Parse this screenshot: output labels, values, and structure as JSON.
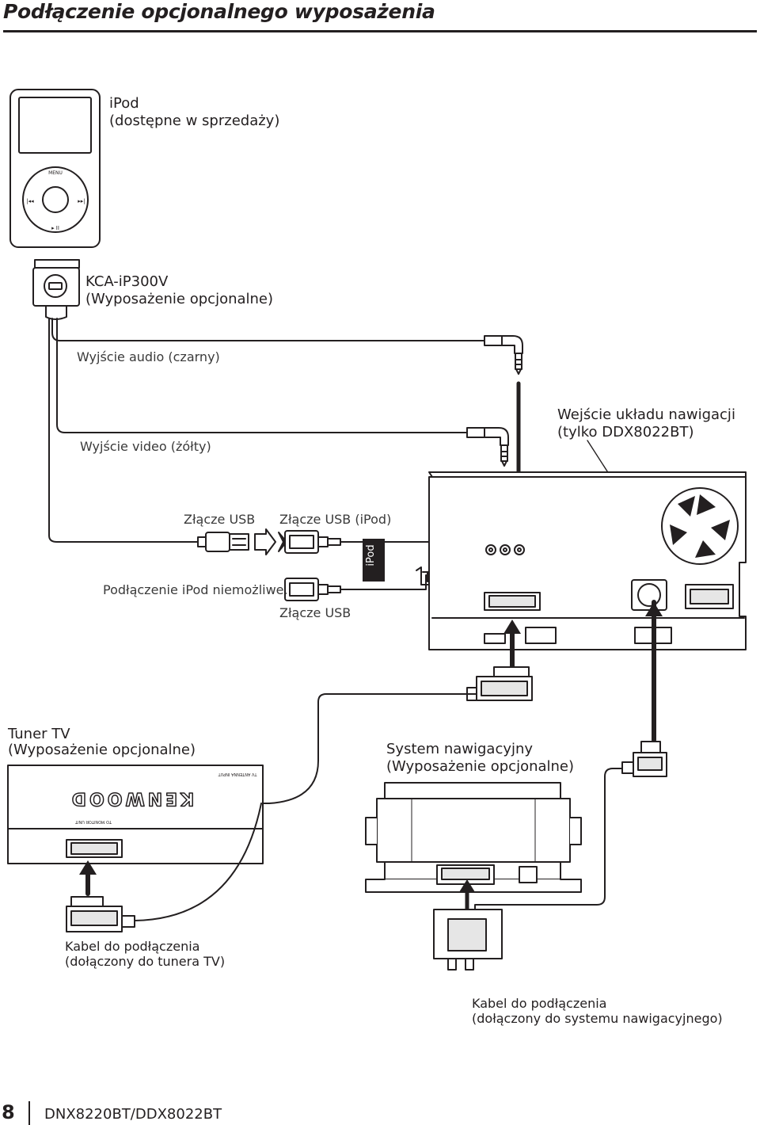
{
  "page": {
    "title": "Podłączenie opcjonalnego wyposażenia",
    "page_number": "8",
    "model": "DNX8220BT/DDX8022BT"
  },
  "labels": {
    "ipod_line1": "iPod",
    "ipod_line2": "(dostępne w sprzedaży)",
    "kca_line1": "KCA-iP300V",
    "kca_line2": "(Wyposażenie opcjonalne)",
    "audio_out": "Wyjście audio (czarny)",
    "video_out": "Wyjście video (żółty)",
    "nav_in_line1": "Wejście układu nawigacji",
    "nav_in_line2": "(tylko DDX8022BT)",
    "usb_connector_1": "Złącze USB",
    "usb_connector_ipod": "Złącze USB (iPod)",
    "ipod_not_possible": "Podłączenie iPod niemożliwe.",
    "usb_connector_2": "Złącze USB",
    "tuner_line1": "Tuner TV",
    "tuner_line2": "(Wyposażenie opcjonalne)",
    "nav_system_line1": "System nawigacyjny",
    "nav_system_line2": "(Wyposażenie opcjonalne)",
    "tv_cable_line1": "Kabel do podłączenia",
    "tv_cable_line2": "(dołączony do tunera TV)",
    "nav_cable_line1": "Kabel do podłączenia",
    "nav_cable_line2": "(dołączony do systemu nawigacyjnego)"
  },
  "device_marks": {
    "ipod_menu": "MENU",
    "ipod_tab": "iPod",
    "tuner_brand": "KENWOOD",
    "tuner_antenna": "TV ANTENNA INPUT",
    "tuner_monitor": "TO MONITOR UNIT"
  },
  "colors": {
    "line": "#231f20",
    "device_fill": "#ffffff",
    "shade": "#e6e6e6"
  }
}
